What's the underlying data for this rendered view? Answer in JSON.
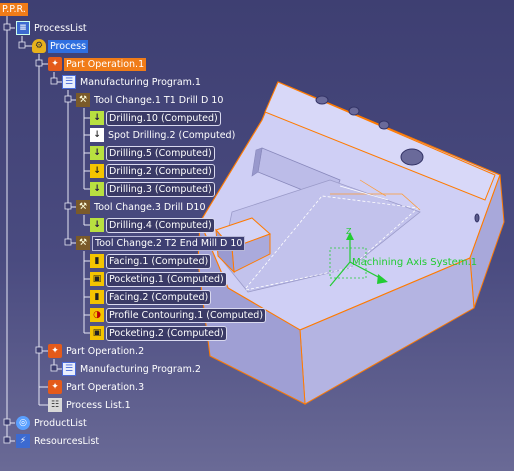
{
  "tree": {
    "root": "P.P.R.",
    "process_list": "ProcessList",
    "process": "Process",
    "part_operation_1": "Part Operation.1",
    "manufacturing_program_1": "Manufacturing Program.1",
    "tool_change_1": "Tool Change.1  T1 Drill D 10",
    "drilling_10": "Drilling.10 (Computed)",
    "spot_drilling_2": "Spot Drilling.2 (Computed)",
    "drilling_5": "Drilling.5 (Computed)",
    "drilling_2": "Drilling.2 (Computed)",
    "drilling_3": "Drilling.3 (Computed)",
    "tool_change_3": "Tool Change.3  Drill D10",
    "drilling_4": "Drilling.4 (Computed)",
    "tool_change_2": "Tool Change.2  T2 End Mill D 10",
    "facing_1": "Facing.1 (Computed)",
    "pocketing_1": "Pocketing.1 (Computed)",
    "facing_2": "Facing.2 (Computed)",
    "profile_contouring_1": "Profile Contouring.1 (Computed)",
    "pocketing_2": "Pocketing.2 (Computed)",
    "part_operation_2": "Part Operation.2",
    "manufacturing_program_2": "Manufacturing Program.2",
    "part_operation_3": "Part Operation.3",
    "process_list_1": "Process List.1",
    "product_list": "ProductList",
    "resources_list": "ResourcesList"
  },
  "viewport": {
    "axis_system_label": "Machining Axis System.1"
  },
  "colors": {
    "background": "#4a4b80",
    "part_face": "#ccccf4",
    "part_edge": "#ff7a00",
    "axis": "#22cc33",
    "selection_orange": "#f07c18",
    "selection_blue": "#2f6fe0"
  }
}
